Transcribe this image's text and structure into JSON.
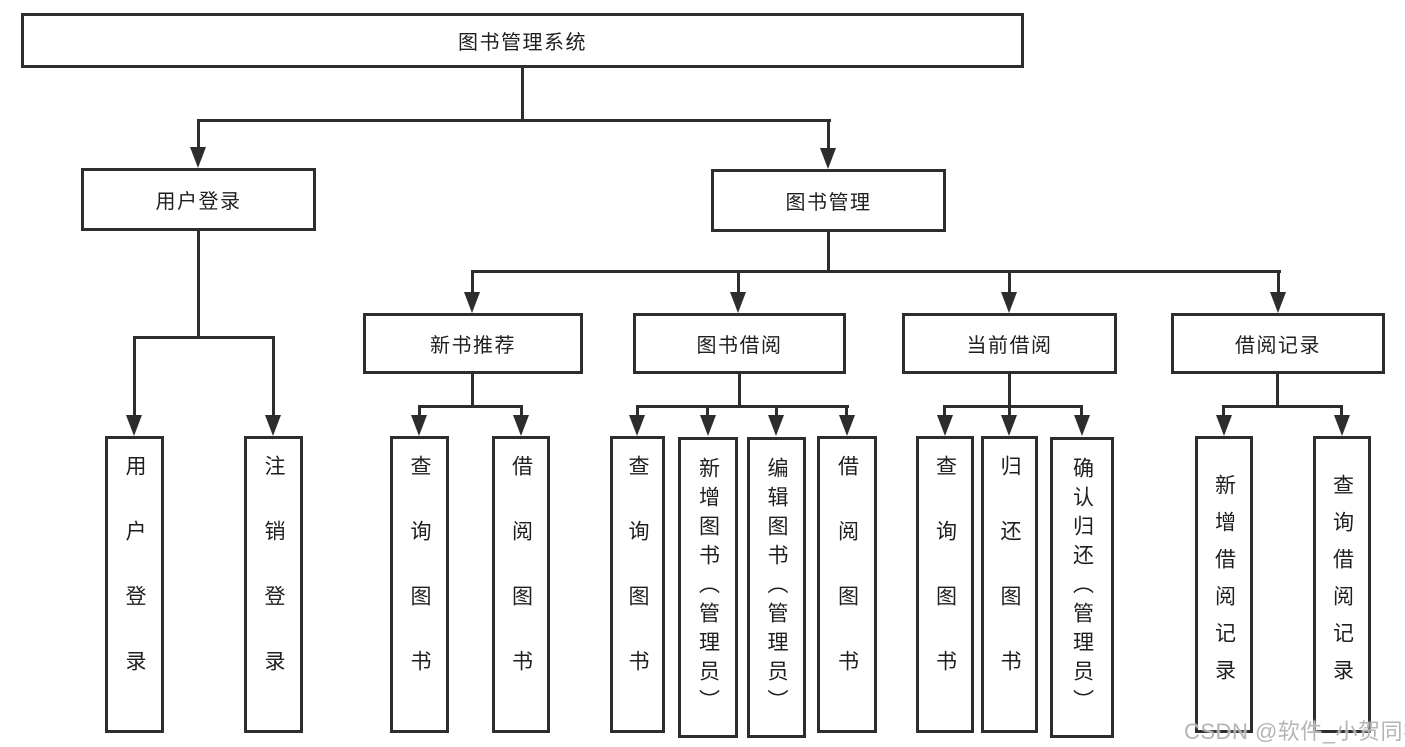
{
  "nodes": {
    "root": "图书管理系统",
    "user_login": "用户登录",
    "book_mgmt": "图书管理",
    "new_book_rec": "新书推荐",
    "book_borrow": "图书借阅",
    "current_borrow": "当前借阅",
    "borrow_records": "借阅记录",
    "leaf_user_login": "用户登录",
    "leaf_logout": "注销登录",
    "leaf_query_book_1": "查询图书",
    "leaf_borrow_book_1": "借阅图书",
    "leaf_query_book_2": "查询图书",
    "leaf_add_book_admin": "新增图书（管理员）",
    "leaf_edit_book_admin": "编辑图书（管理员）",
    "leaf_borrow_book_2": "借阅图书",
    "leaf_query_book_3": "查询图书",
    "leaf_return_book": "归还图书",
    "leaf_confirm_return_admin": "确认归还（管理员）",
    "leaf_add_borrow_record": "新增借阅记录",
    "leaf_query_borrow_record": "查询借阅记录"
  },
  "watermark": "CSDN @软件_小贺同学",
  "colors": {
    "line": "#2d2d2d",
    "text": "#1f1f1f",
    "watermark": "#b5b5b5",
    "background": "#ffffff"
  }
}
